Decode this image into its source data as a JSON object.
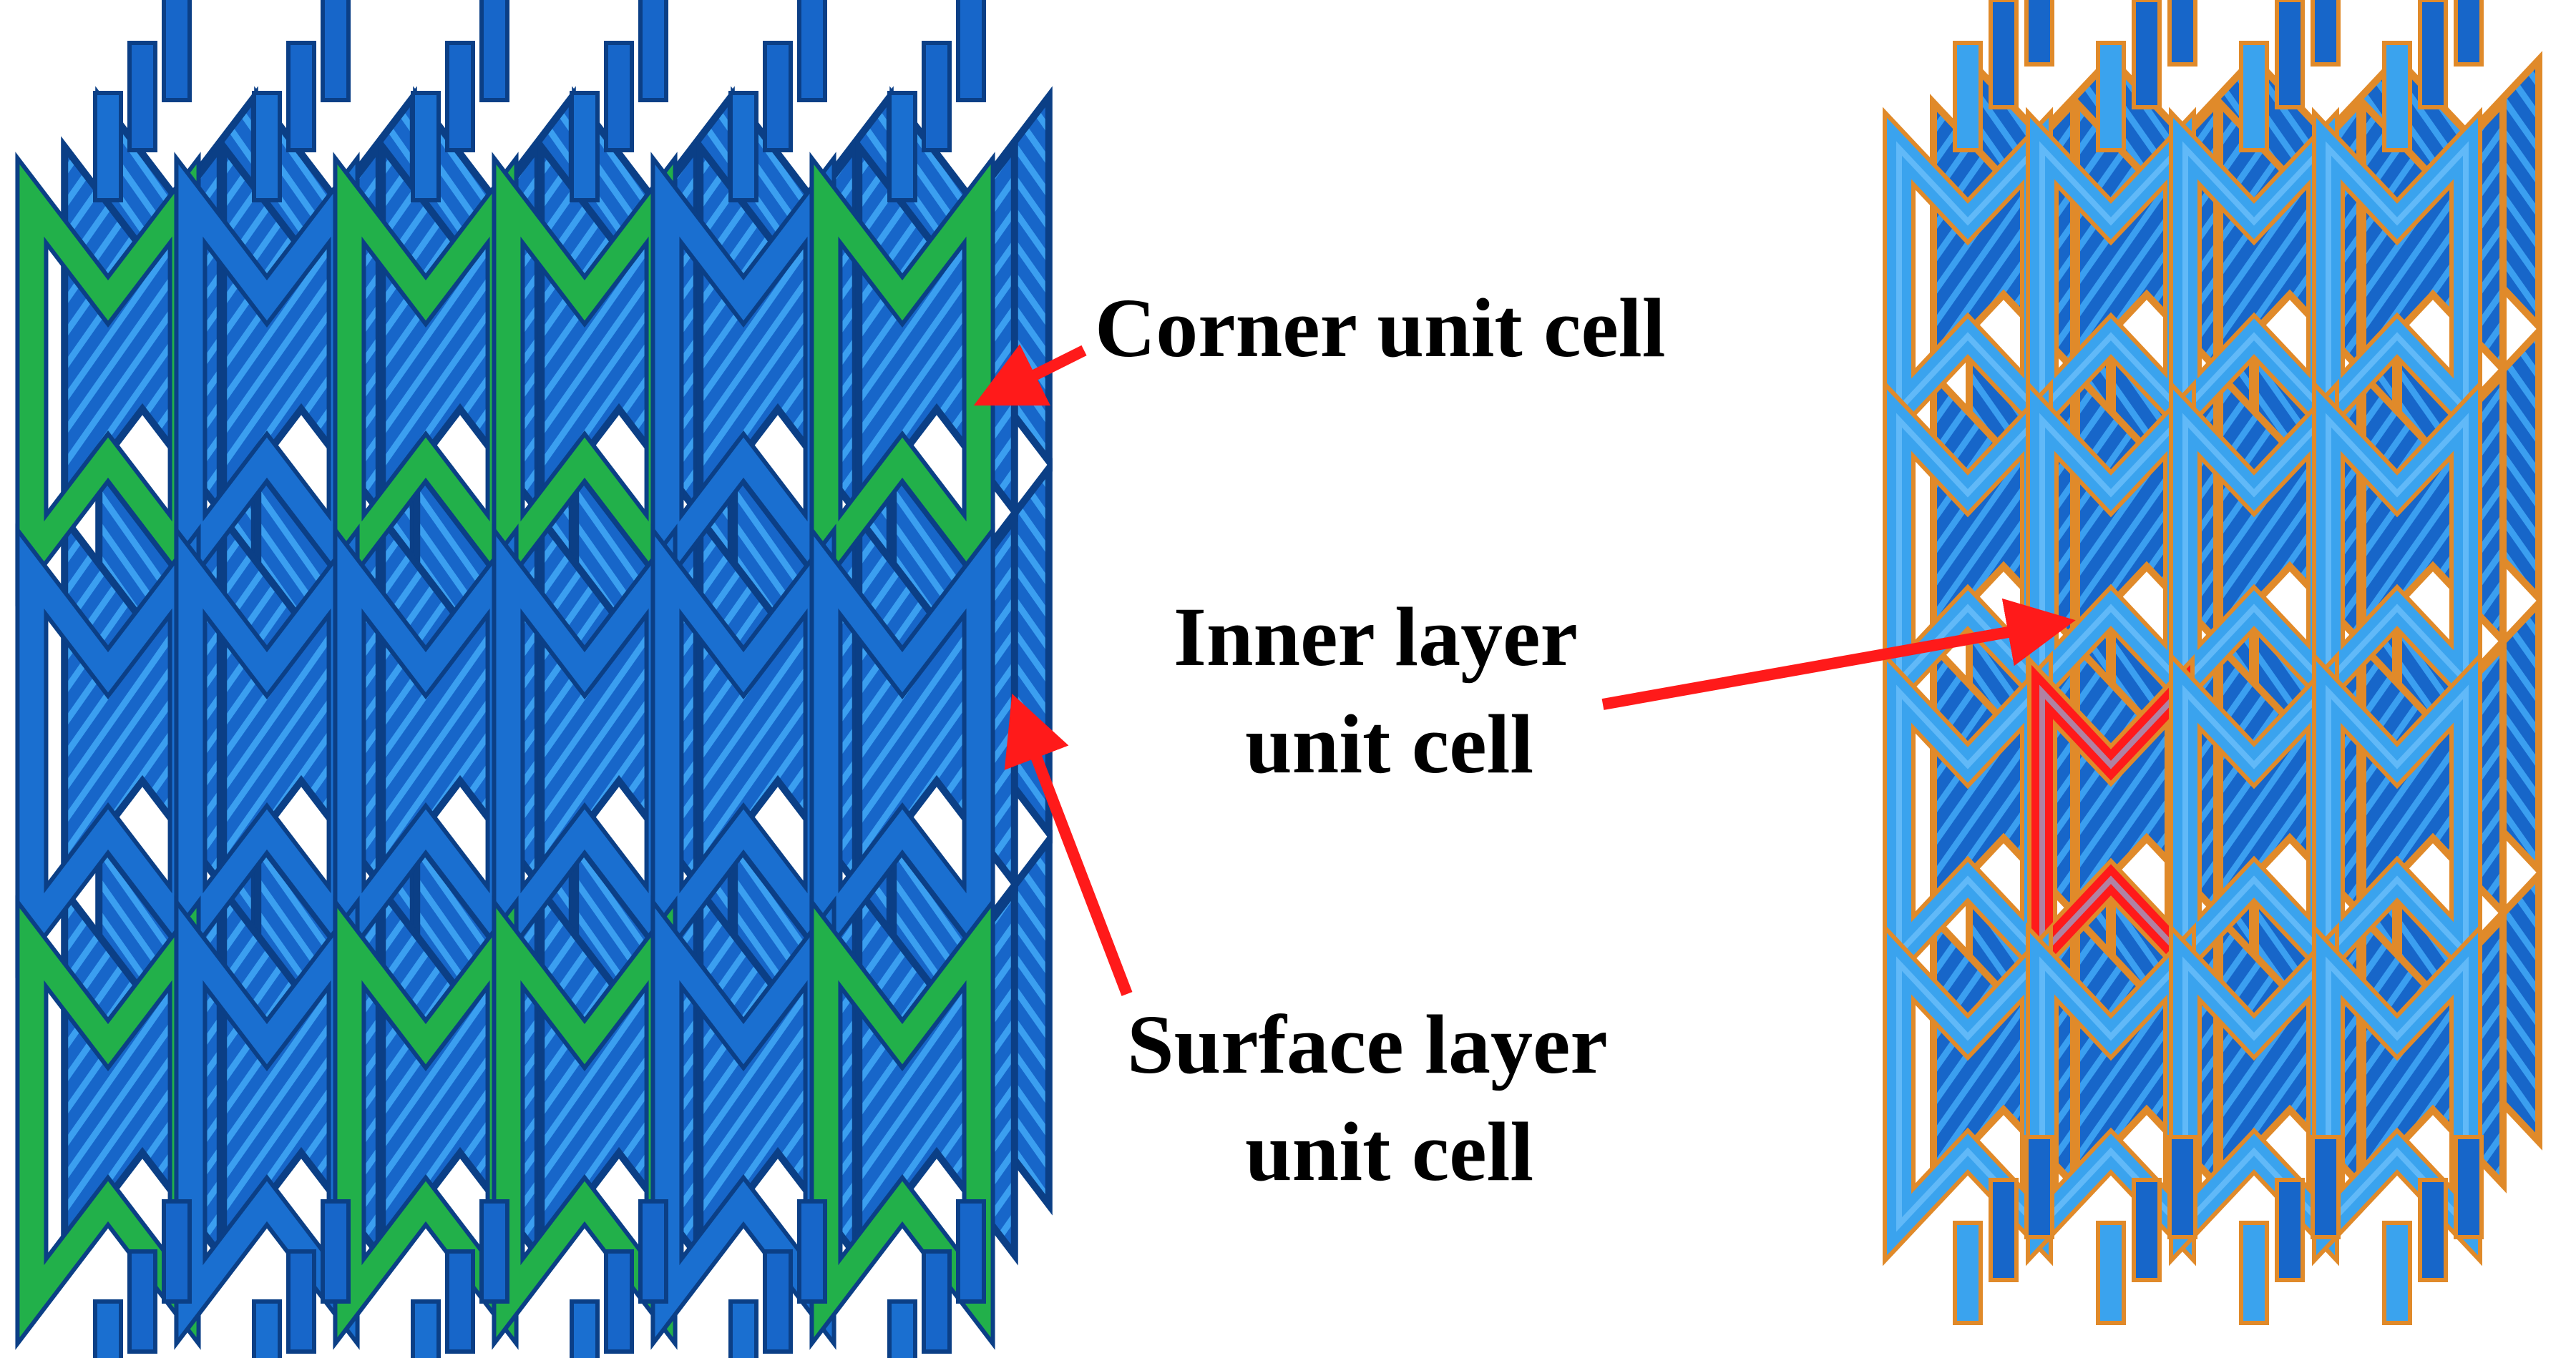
{
  "labels": {
    "corner": "Corner unit cell",
    "inner_line1": "Inner layer",
    "inner_line2": "unit cell",
    "surface_line1": "Surface layer",
    "surface_line2": "unit cell"
  },
  "colors": {
    "background": "#ffffff",
    "inner_strut": "#1f7ee0",
    "outer_strut": "#1a6fd0",
    "corner_highlight": "#22b04a",
    "light_strut": "#3aa3ee",
    "dark_edge": "#0b3f86",
    "orange_edge": "#e08a2a",
    "highlight_cell": "#ff1a1a",
    "arrow": "#ff1a1a",
    "text": "#000000"
  },
  "left_lattice": {
    "columns": 6,
    "rows": 3,
    "corner_cells": [
      "top-left",
      "top-right",
      "bottom-left",
      "bottom-right"
    ]
  },
  "right_lattice": {
    "columns": 4,
    "rows": 4,
    "highlighted_cell": "inner"
  }
}
